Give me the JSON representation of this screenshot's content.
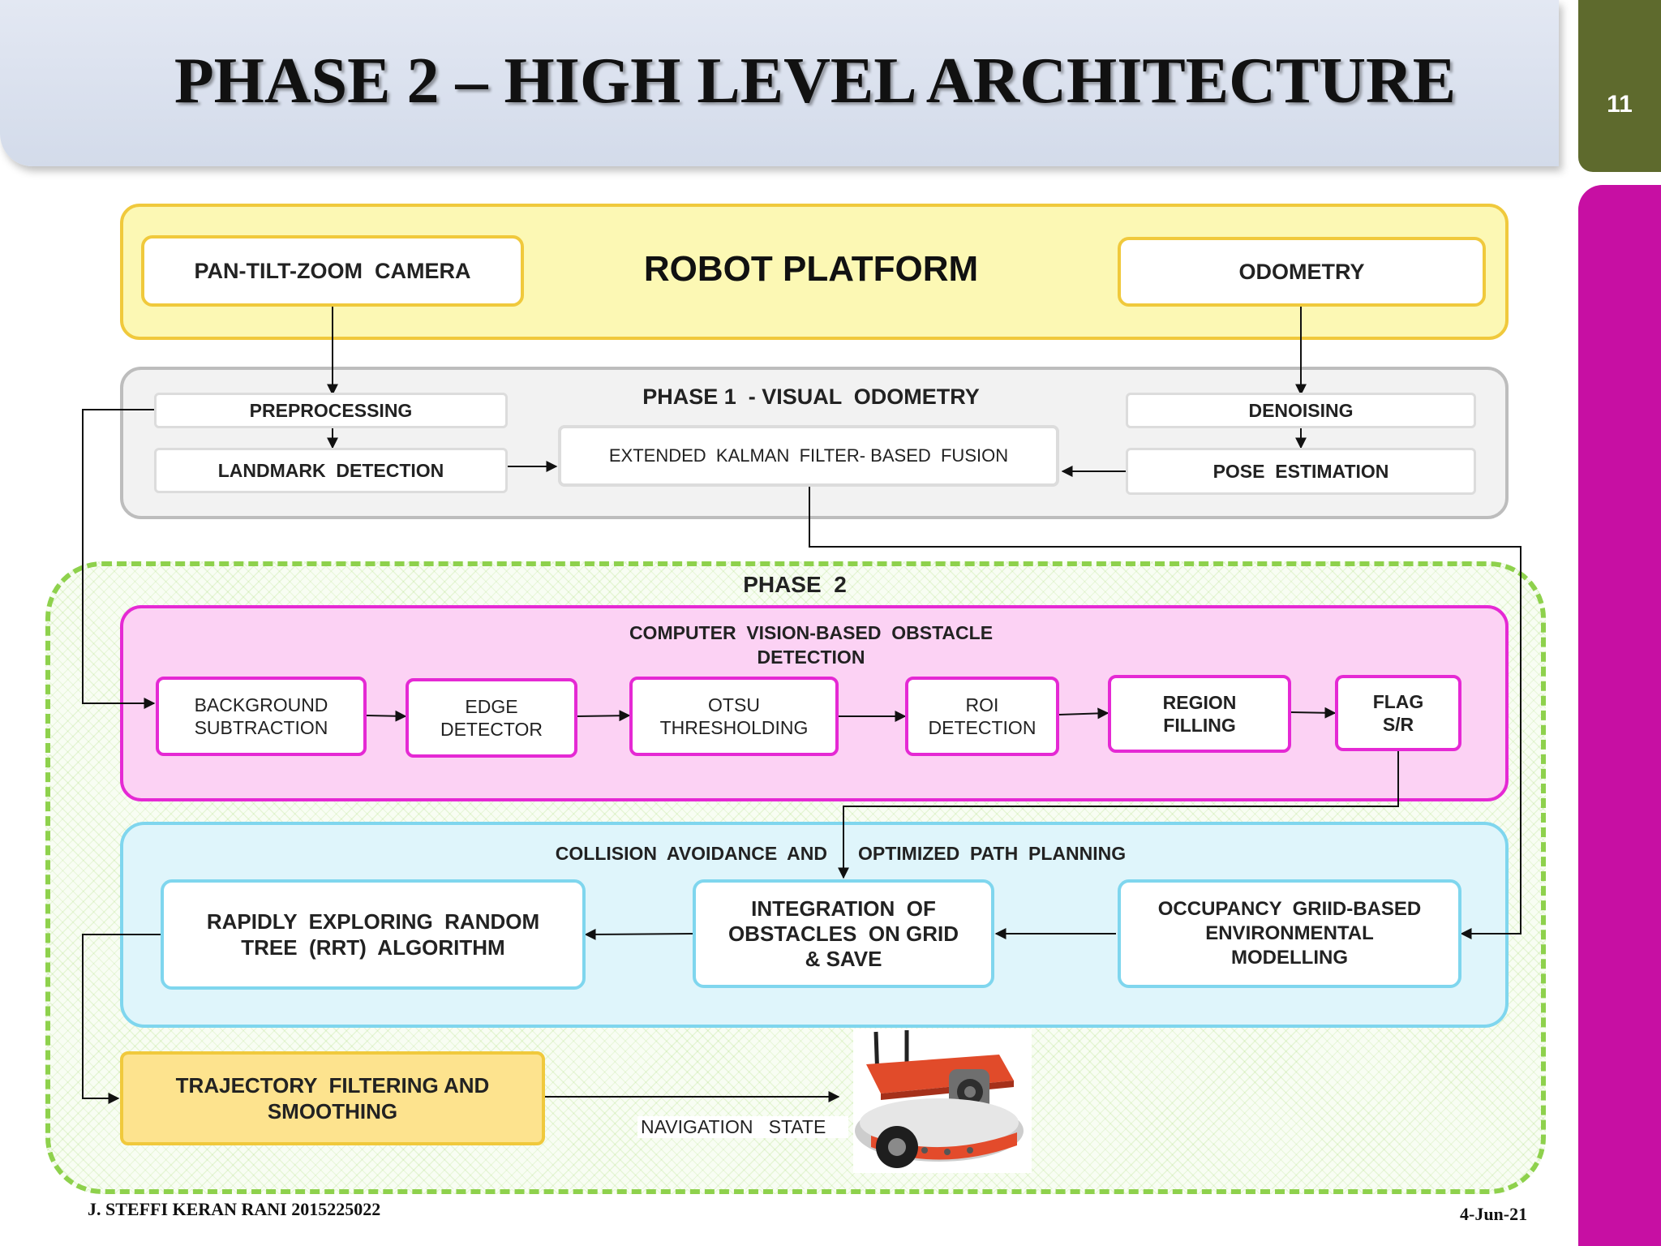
{
  "slide": {
    "title": "PHASE 2 – HIGH LEVEL ARCHITECTURE",
    "number": "11",
    "author": "J. STEFFI KERAN RANI 2015225022",
    "date": "4-Jun-21"
  },
  "robot_platform": {
    "title": "ROBOT PLATFORM",
    "camera": "PAN-TILT-ZOOM  CAMERA",
    "odometry": "ODOMETRY"
  },
  "phase1": {
    "title": "PHASE 1  - VISUAL  ODOMETRY",
    "preprocessing": "PREPROCESSING",
    "landmark": "LANDMARK  DETECTION",
    "ekf": "EXTENDED  KALMAN  FILTER- BASED  FUSION",
    "denoising": "DENOISING",
    "pose": "POSE  ESTIMATION"
  },
  "phase2": {
    "title": "PHASE  2",
    "cv": {
      "title_line1": "COMPUTER  VISION-BASED  OBSTACLE",
      "title_line2": "DETECTION",
      "steps": [
        {
          "l1": "BACKGROUND",
          "l2": "SUBTRACTION"
        },
        {
          "l1": "EDGE",
          "l2": "DETECTOR"
        },
        {
          "l1": "OTSU",
          "l2": "THRESHOLDING"
        },
        {
          "l1": "ROI",
          "l2": "DETECTION"
        },
        {
          "l1": "REGION",
          "l2": "FILLING"
        },
        {
          "l1": "FLAG",
          "l2": "S/R"
        }
      ]
    },
    "collision": {
      "title_left": "COLLISION  AVOIDANCE  AND",
      "title_right": "OPTIMIZED  PATH  PLANNING",
      "rrt": {
        "l1": "RAPIDLY  EXPLORING  RANDOM",
        "l2": "TREE  (RRT)  ALGORITHM"
      },
      "integration": {
        "l1": "INTEGRATION  OF",
        "l2": "OBSTACLES  ON GRID",
        "l3": "& SAVE"
      },
      "occupancy": {
        "l1": "OCCUPANCY  GRIID-BASED",
        "l2": "ENVIRONMENTAL",
        "l3": "MODELLING"
      }
    },
    "trajectory": {
      "l1": "TRAJECTORY  FILTERING AND",
      "l2": "SMOOTHING"
    },
    "navigation": "NAVIGATION   STATE"
  },
  "colors": {
    "platform_fill": "#fcf8b4",
    "platform_border": "#f0c93c",
    "phase1_fill": "#f2f2f2",
    "phase1_border": "#bdbdbd",
    "phase2_border": "#8ed14c",
    "cv_fill": "#fcd2f4",
    "cv_border": "#e529d4",
    "collision_fill": "#dff5fb",
    "collision_border": "#7fd6ee",
    "trajectory_fill": "#fde38e",
    "trajectory_border": "#f0c93c",
    "slide_tab": "#5e6a2d",
    "magenta_tab": "#c70fa3"
  },
  "icons": [
    "robot-image"
  ]
}
